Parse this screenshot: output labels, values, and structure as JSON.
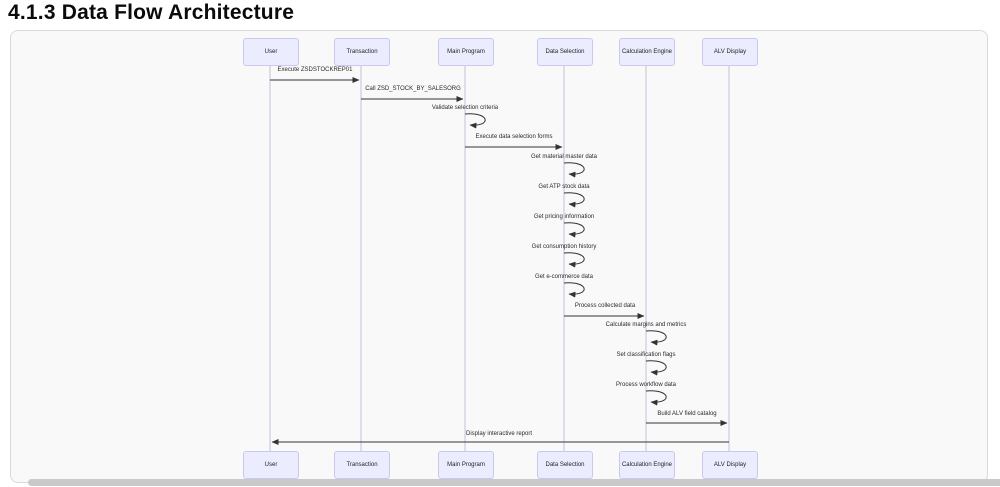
{
  "page": {
    "title": "4.1.3 Data Flow Architecture"
  },
  "diagram": {
    "type": "sequence-diagram",
    "participants": [
      "User",
      "Transaction",
      "Main Program",
      "Data Selection",
      "Calculation Engine",
      "ALV Display"
    ],
    "messages": [
      {
        "from": "User",
        "to": "Transaction",
        "type": "call",
        "label": "Execute ZSDSTOCKREP01"
      },
      {
        "from": "Transaction",
        "to": "Main Program",
        "type": "call",
        "label": "Call ZSD_STOCK_BY_SALESORG"
      },
      {
        "from": "Main Program",
        "to": "Main Program",
        "type": "self",
        "label": "Validate selection criteria"
      },
      {
        "from": "Main Program",
        "to": "Data Selection",
        "type": "call",
        "label": "Execute data selection forms"
      },
      {
        "from": "Data Selection",
        "to": "Data Selection",
        "type": "self",
        "label": "Get material master data"
      },
      {
        "from": "Data Selection",
        "to": "Data Selection",
        "type": "self",
        "label": "Get ATP stock data"
      },
      {
        "from": "Data Selection",
        "to": "Data Selection",
        "type": "self",
        "label": "Get pricing information"
      },
      {
        "from": "Data Selection",
        "to": "Data Selection",
        "type": "self",
        "label": "Get consumption history"
      },
      {
        "from": "Data Selection",
        "to": "Data Selection",
        "type": "self",
        "label": "Get e-commerce data"
      },
      {
        "from": "Data Selection",
        "to": "Calculation Engine",
        "type": "call",
        "label": "Process collected data"
      },
      {
        "from": "Calculation Engine",
        "to": "Calculation Engine",
        "type": "self",
        "label": "Calculate margins and metrics"
      },
      {
        "from": "Calculation Engine",
        "to": "Calculation Engine",
        "type": "self",
        "label": "Set classification flags"
      },
      {
        "from": "Calculation Engine",
        "to": "Calculation Engine",
        "type": "self",
        "label": "Process workflow data"
      },
      {
        "from": "Calculation Engine",
        "to": "ALV Display",
        "type": "call",
        "label": "Build ALV field catalog"
      },
      {
        "from": "ALV Display",
        "to": "User",
        "type": "return",
        "label": "Display interactive report"
      }
    ],
    "colors": {
      "actor_fill": "#ECECFF",
      "actor_border": "#c9c9f0",
      "lifeline": "#c4c4dd",
      "arrow": "#333333",
      "canvas": "#f9f9f9",
      "canvas_border": "#d9d9d9"
    }
  }
}
